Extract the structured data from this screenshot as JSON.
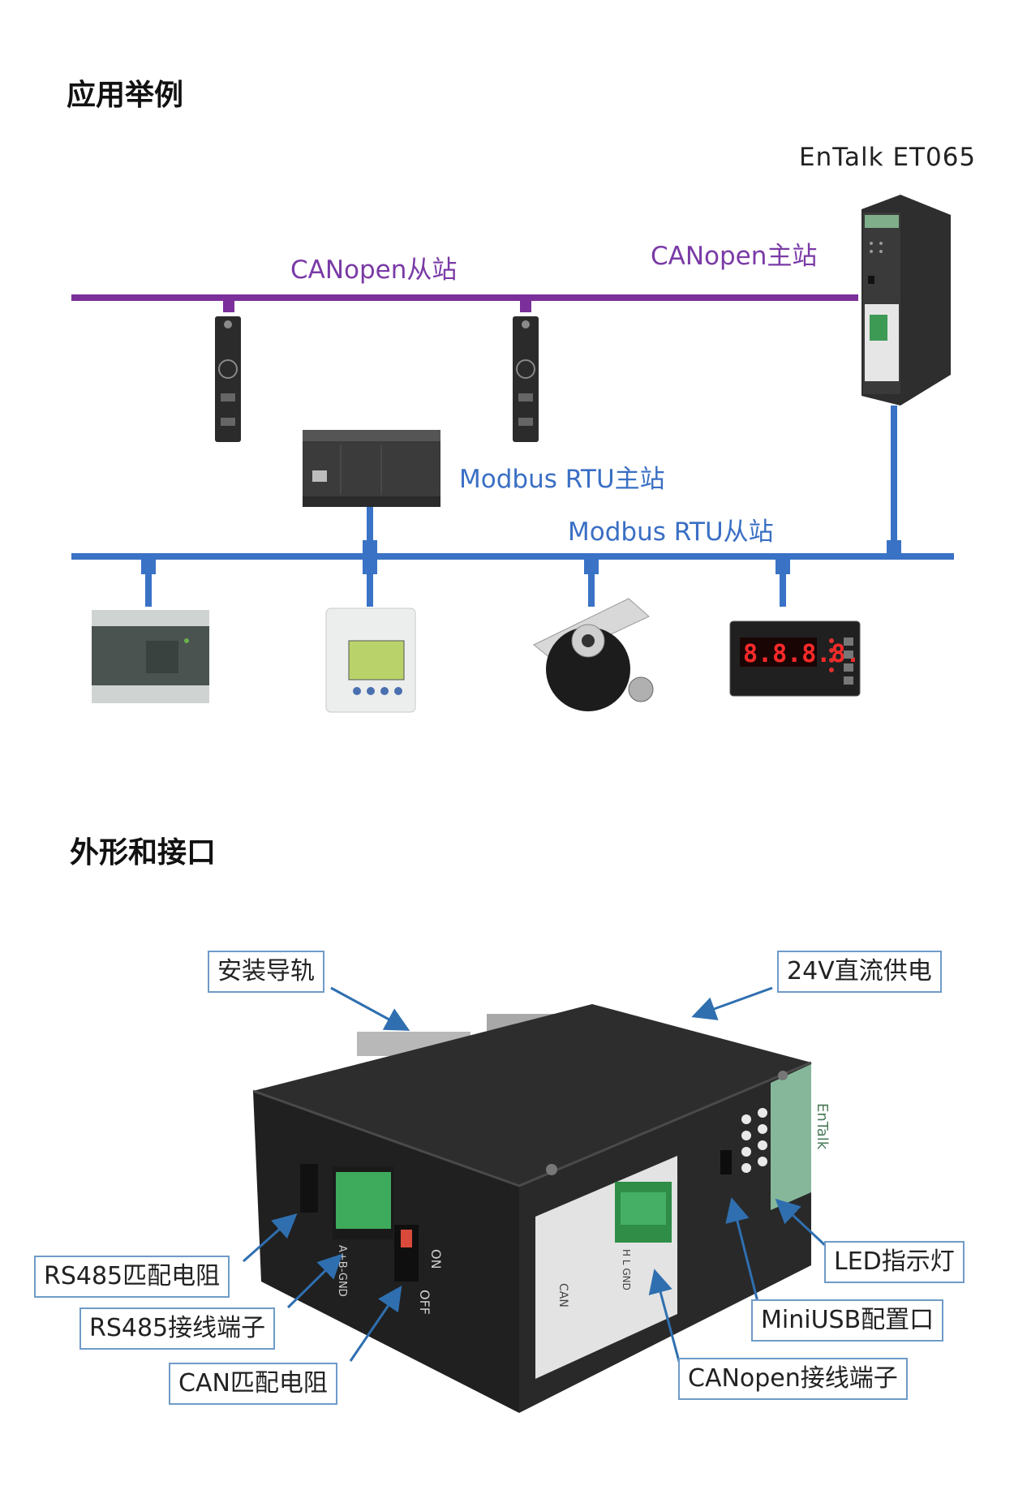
{
  "sections": {
    "example_title": "应用举例",
    "appearance_title": "外形和接口"
  },
  "topology": {
    "device_model": "EnTalk  ET065",
    "canopen_slave": "CANopen从站",
    "canopen_master": "CANopen主站",
    "modbus_master": "Modbus  RTU主站",
    "modbus_slave": "Modbus  RTU从站",
    "colors": {
      "canopen_bus": "#7b2f9a",
      "modbus_bus": "#3a72c6"
    }
  },
  "callouts": {
    "din_rail": "安装导轨",
    "power": "24V直流供电",
    "rs485_resistor": "RS485匹配电阻",
    "rs485_terminal": "RS485接线端子",
    "can_resistor": "CAN匹配电阻",
    "led": "LED指示灯",
    "miniusb": "MiniUSB配置口",
    "canopen_terminal": "CANopen接线端子"
  },
  "device_labels": {
    "brand": "EnTalk",
    "can_port": "CAN",
    "on": "ON",
    "off": "OFF",
    "rs485_pins": "A+B-GND",
    "can_pins": "H L GND"
  }
}
